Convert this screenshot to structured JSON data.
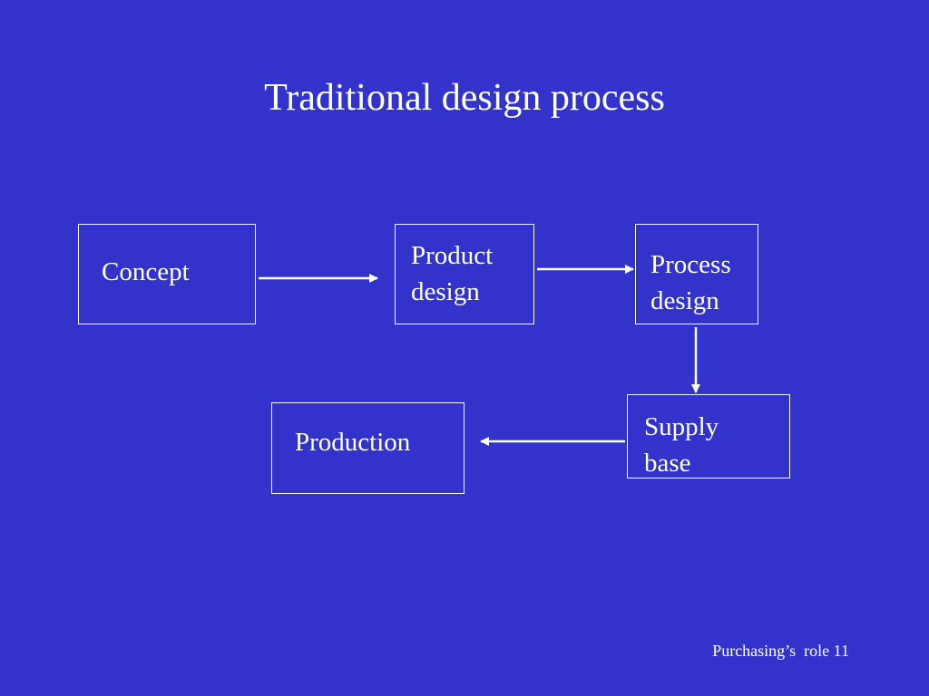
{
  "title": "Traditional design process",
  "colors": {
    "background": "#3333cc",
    "foreground": "#ffffff"
  },
  "nodes": {
    "concept": "Concept",
    "product_design": "Product\ndesign",
    "process_design": "Process\ndesign",
    "supply_base": "Supply\nbase",
    "production": "Production"
  },
  "footer": "Purchasing’s  role 11"
}
